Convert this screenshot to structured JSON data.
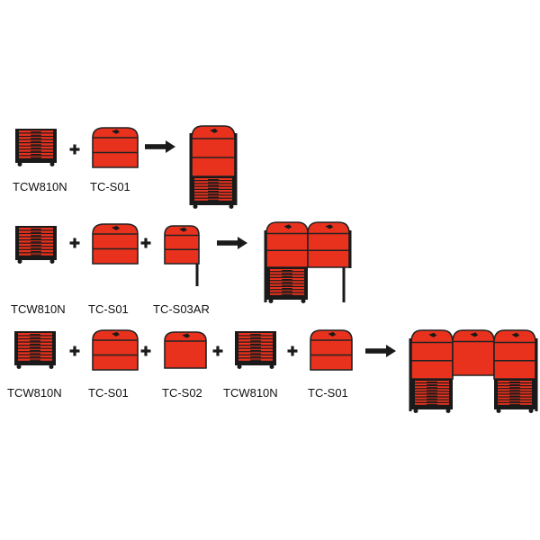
{
  "colors": {
    "red": "#e8321e",
    "dark": "#1a1a1a",
    "outline": "#222222",
    "background": "#ffffff"
  },
  "icons": {
    "plus": "plus-icon",
    "arrow": "arrow-right-icon"
  },
  "rows": [
    {
      "items": [
        {
          "kind": "drawer",
          "label": "TCW810N"
        },
        {
          "kind": "cab2",
          "label": "TC-S01"
        }
      ],
      "result": "tower"
    },
    {
      "items": [
        {
          "kind": "drawer",
          "label": "TCW810N"
        },
        {
          "kind": "cab2",
          "label": "TC-S01"
        },
        {
          "kind": "cab2leg",
          "label": "TC-S03AR"
        }
      ],
      "result": "corner"
    },
    {
      "items": [
        {
          "kind": "drawer",
          "label": "TCW810N"
        },
        {
          "kind": "cab2",
          "label": "TC-S01"
        },
        {
          "kind": "cab1",
          "label": "TC-S02"
        },
        {
          "kind": "drawer",
          "label": "TCW810N"
        },
        {
          "kind": "cab2",
          "label": "TC-S01"
        }
      ],
      "result": "bridge"
    }
  ]
}
